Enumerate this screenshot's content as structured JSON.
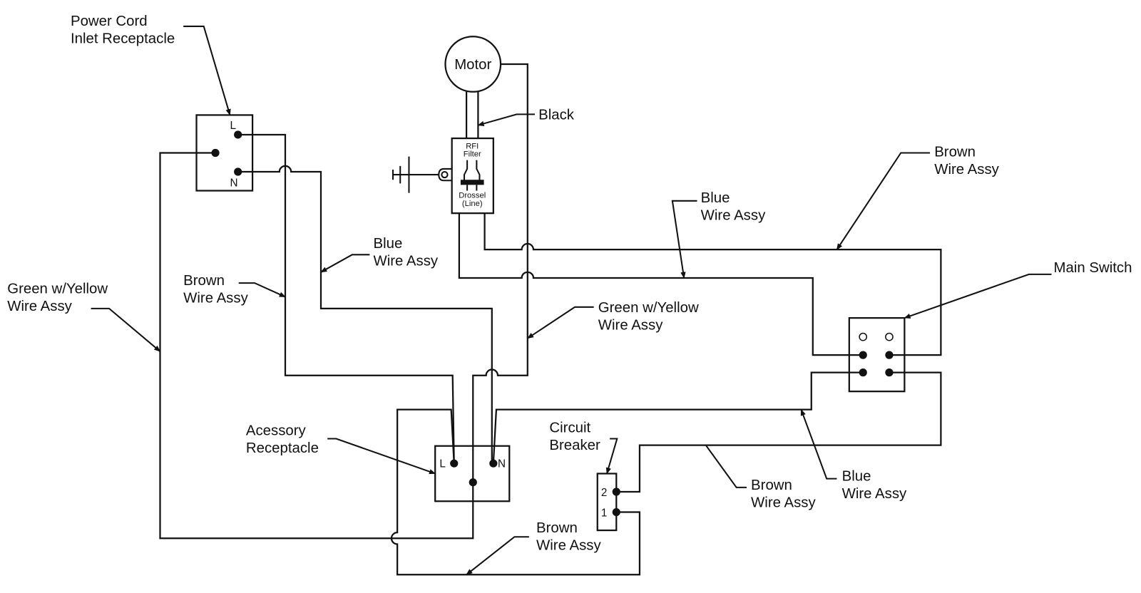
{
  "components": {
    "power_inlet": {
      "label_l1": "Power Cord",
      "label_l2": "Inlet Receptacle",
      "terminal_l": "L",
      "terminal_n": "N"
    },
    "motor": {
      "label": "Motor"
    },
    "rfi_filter": {
      "line1": "RFI",
      "line2": "Filter",
      "line3": "Drossel",
      "line4": "(Line)"
    },
    "main_switch": {
      "label": "Main Switch"
    },
    "accessory_receptacle": {
      "label_l1": "Acessory",
      "label_l2": "Receptacle",
      "terminal_l": "L",
      "terminal_n": "N"
    },
    "circuit_breaker": {
      "label_l1": "Circuit",
      "label_l2": "Breaker",
      "terminal_2": "2",
      "terminal_1": "1"
    }
  },
  "wire_labels": {
    "black": "Black",
    "blue_left": {
      "l1": "Blue",
      "l2": "Wire Assy"
    },
    "brown_left": {
      "l1": "Brown",
      "l2": "Wire Assy"
    },
    "green_yellow_left": {
      "l1": "Green w/Yellow",
      "l2": "Wire Assy"
    },
    "green_yellow_mid": {
      "l1": "Green w/Yellow",
      "l2": "Wire Assy"
    },
    "blue_top": {
      "l1": "Blue",
      "l2": "Wire Assy"
    },
    "brown_top": {
      "l1": "Brown",
      "l2": "Wire Assy"
    },
    "brown_bottom_right": {
      "l1": "Brown",
      "l2": "Wire Assy"
    },
    "blue_bottom_right": {
      "l1": "Blue",
      "l2": "Wire Assy"
    },
    "brown_bottom": {
      "l1": "Brown",
      "l2": "Wire Assy"
    }
  }
}
